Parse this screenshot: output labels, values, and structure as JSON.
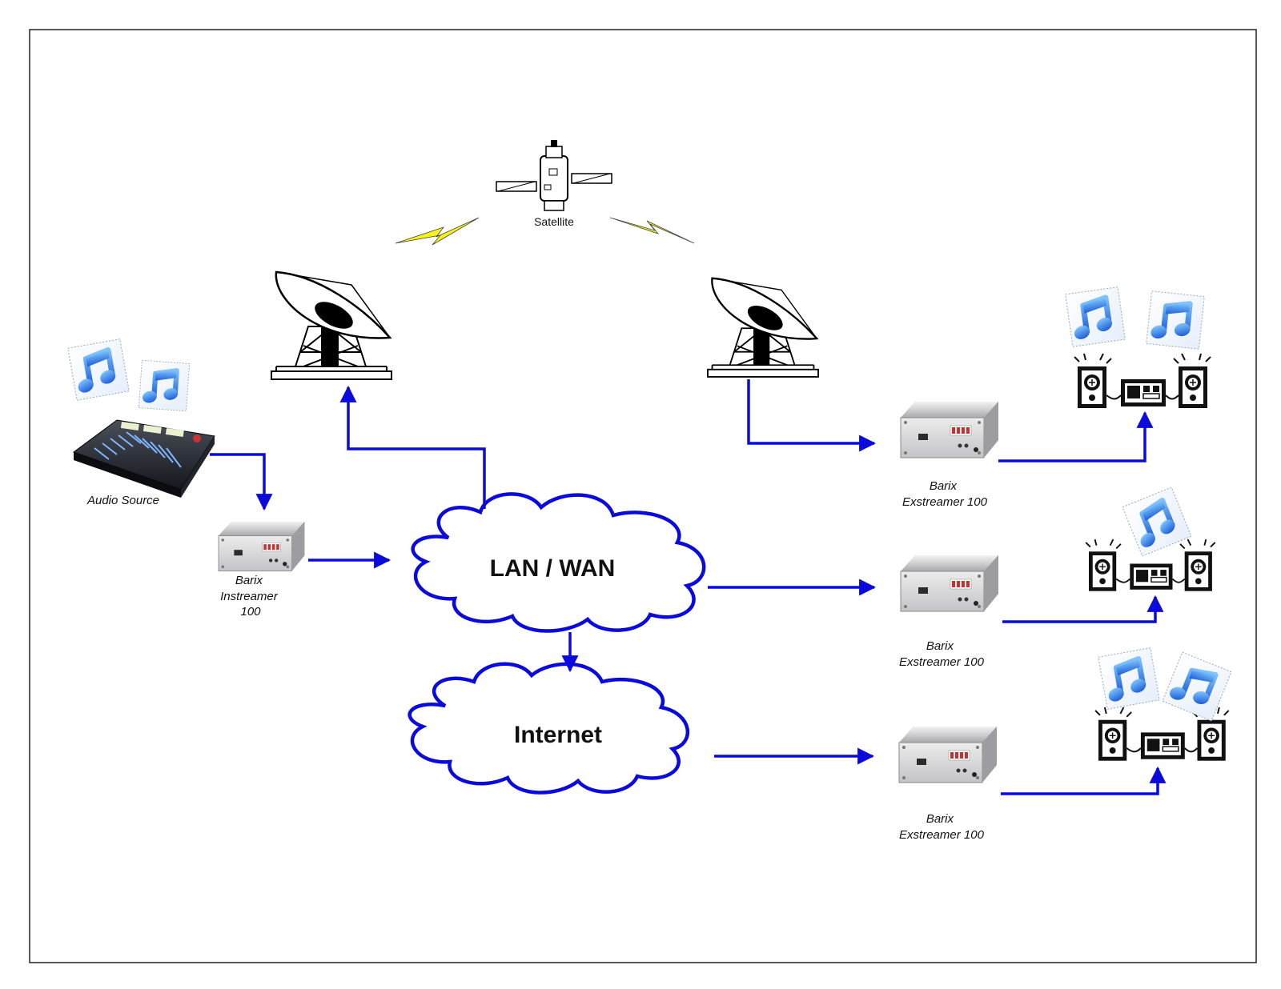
{
  "labels": {
    "satellite": "Satellite",
    "audio_source": "Audio Source",
    "instreamer": [
      "Barix",
      "Instreamer",
      "100"
    ],
    "exstreamers": [
      [
        "Barix",
        "Exstreamer 100"
      ],
      [
        "Barix",
        "Exstreamer 100"
      ],
      [
        "Barix",
        "Exstreamer 100"
      ]
    ],
    "lan_wan": "LAN / WAN",
    "internet": "Internet"
  },
  "colors": {
    "connector": "#0a0adc",
    "cloud_stroke": "#0a0adc",
    "lightning": "#f6f21a",
    "frame": "#222222"
  },
  "icons": [
    "satellite-icon",
    "satellite-dish-icon",
    "mixing-console-icon",
    "music-note-icon",
    "streamer-device-icon",
    "stereo-speakers-icon",
    "lightning-icon"
  ]
}
